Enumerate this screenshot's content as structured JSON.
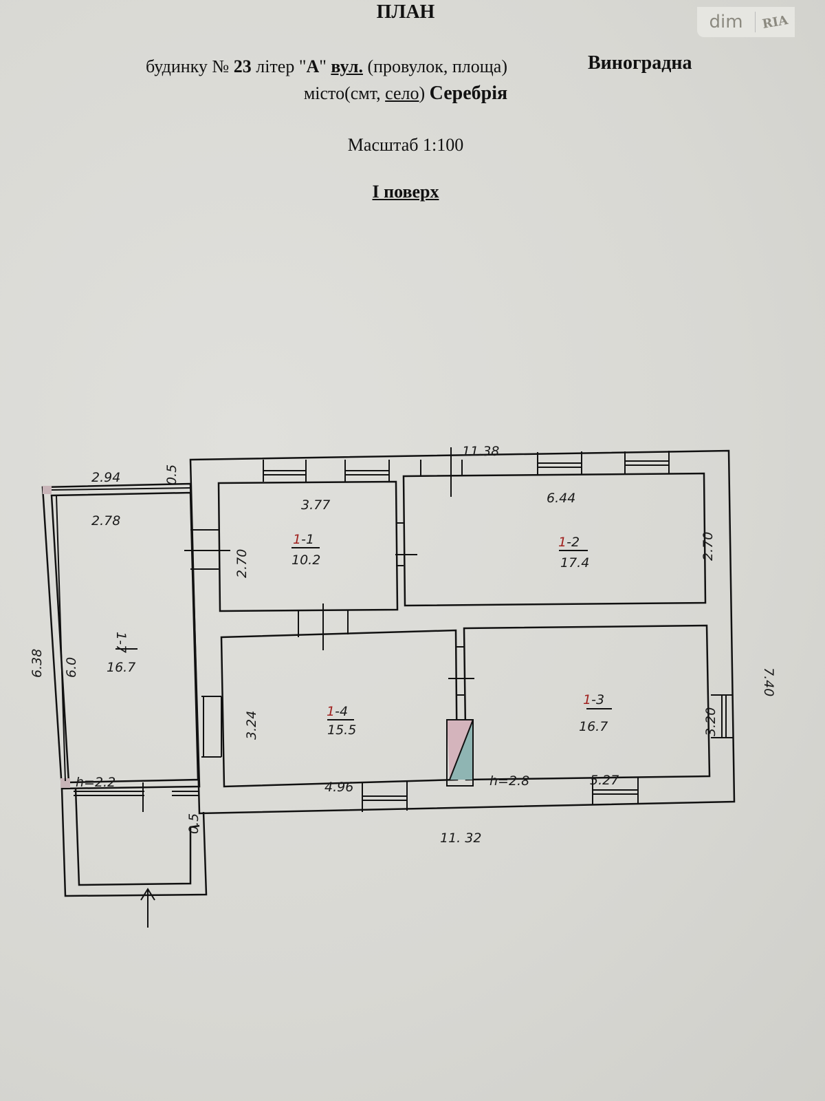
{
  "header": {
    "title": "ПЛАН",
    "line1_prefix": "будинку № ",
    "house_number": "23",
    "line1_mid": " літер \"",
    "letter": "А",
    "line1_after": "\" ",
    "street_type": "вул.",
    "street_rest": " (провулок, площа)",
    "street_name": "Виноградна",
    "city_prefix": "місто(смт, ",
    "city_type": "село",
    "city_suffix": ") ",
    "city_name": "Серебрія",
    "scale": "Масштаб 1:100",
    "floor": "І поверх"
  },
  "watermark": {
    "left": "dim",
    "right": "RIA"
  },
  "plan": {
    "dimensions": {
      "top_total": "11.38",
      "bottom_total": "11. 32",
      "right_total": "7.40",
      "veranda_outer_width": "2.94",
      "veranda_inner_width": "2.78",
      "veranda_outer_length": "6.38",
      "veranda_inner_length": "6.0",
      "wall_top": "0.5",
      "wall_bottom": "0.5",
      "room_1_1_width": "3.77",
      "room_1_1_depth": "2.70",
      "room_1_2_width": "6.44",
      "room_1_2_depth": "2.70",
      "room_1_4_width": "4.96",
      "room_1_4_depth": "3.24",
      "room_1_3_width": "5.27",
      "room_1_3_depth": "3.20",
      "veranda_height": "h=2.2",
      "house_height": "h=2.8"
    },
    "rooms": [
      {
        "prefix": "1",
        "suffix": "-1",
        "area": "10.2"
      },
      {
        "prefix": "1",
        "suffix": "-2",
        "area": "17.4"
      },
      {
        "prefix": "1",
        "suffix": "-3",
        "area": "16.7"
      },
      {
        "prefix": "1",
        "suffix": "-4",
        "area": "15.5"
      },
      {
        "prefix": "",
        "suffix": "1-7",
        "area": "16.7"
      }
    ],
    "colors": {
      "wall_fill": "#dccfcf",
      "stove_pink": "#d4b4bc",
      "stove_teal": "#8fb5b3",
      "room_number": "#a0201e"
    }
  }
}
